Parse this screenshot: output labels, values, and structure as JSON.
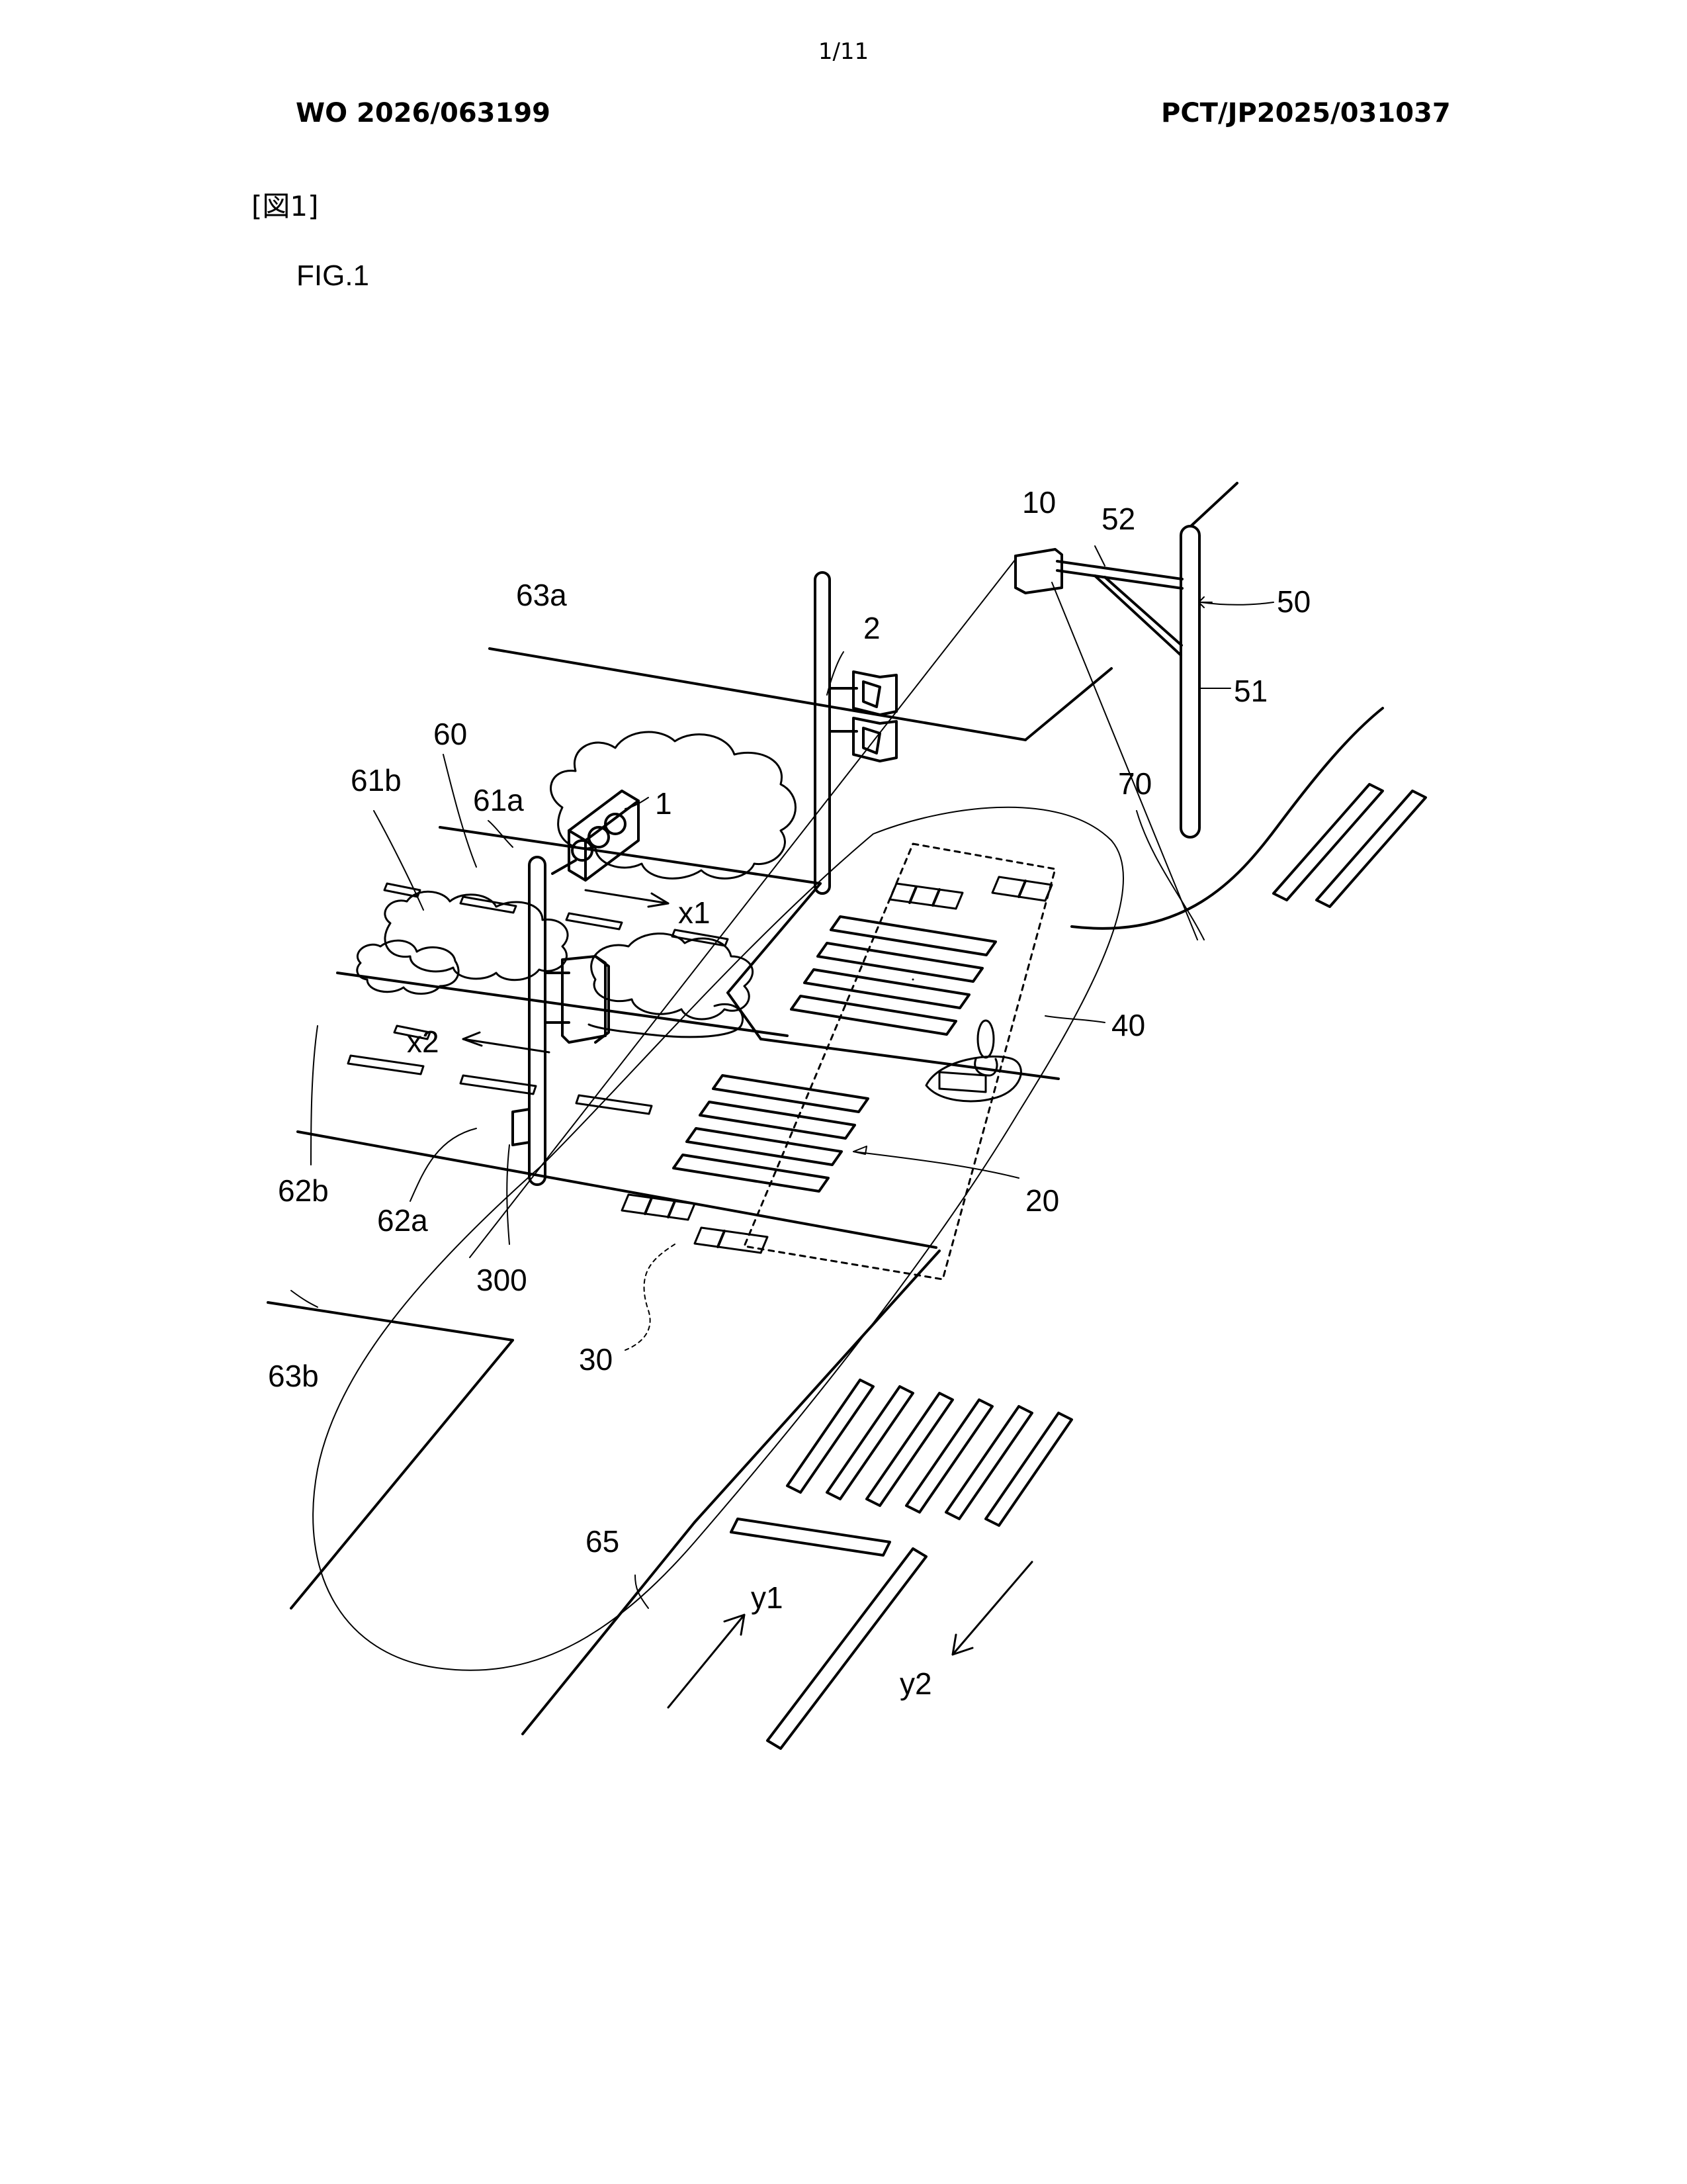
{
  "header": {
    "page_number": "1/11",
    "publication_number": "WO 2026/063199",
    "application_number": "PCT/JP2025/031037"
  },
  "figure": {
    "bracket_label": "[図1]",
    "title": "FIG.1",
    "labels": {
      "l10": "10",
      "l52": "52",
      "l50": "50",
      "l51": "51",
      "l63a": "63a",
      "l2": "2",
      "l70": "70",
      "l60": "60",
      "l61b": "61b",
      "l61a": "61a",
      "l1": "1",
      "lx1": "x1",
      "lx2": "x2",
      "l40": "40",
      "l62b": "62b",
      "l62a": "62a",
      "l20": "20",
      "l300": "300",
      "l30": "30",
      "l63b": "63b",
      "l65": "65",
      "ly1": "y1",
      "ly2": "y2"
    }
  }
}
